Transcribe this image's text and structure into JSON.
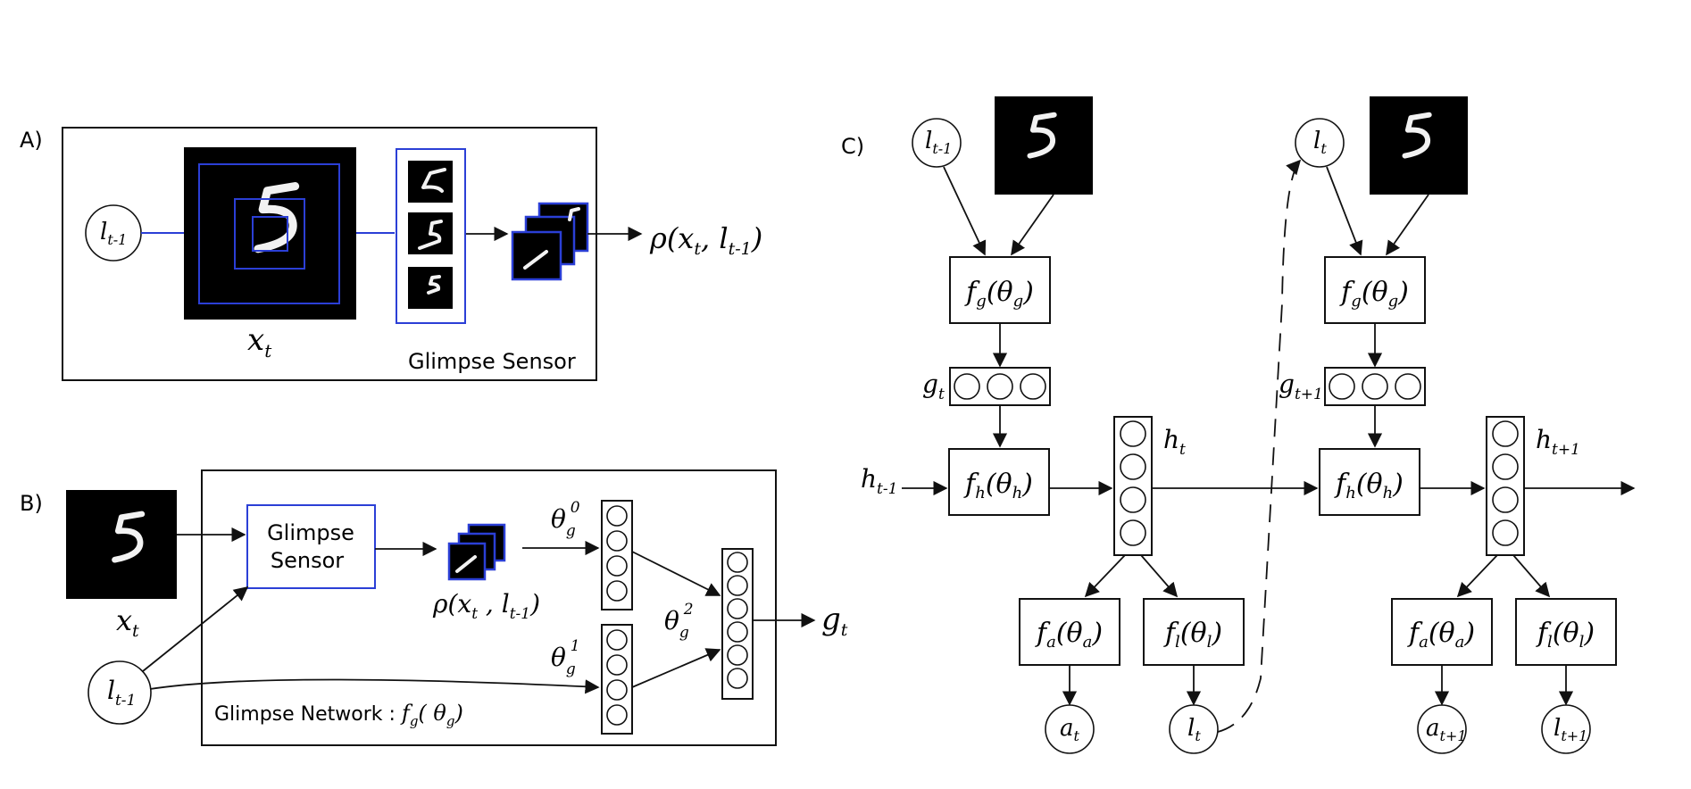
{
  "panels": {
    "a": {
      "label": "A)",
      "l_prev": {
        "base": "l",
        "sub": "t-1"
      },
      "x": {
        "base": "x",
        "sub": "t"
      },
      "rho": {
        "pre": "ρ(x",
        "sub1": "t",
        "mid": ", l",
        "sub2": "t-1",
        "post": ")"
      },
      "caption": "Glimpse Sensor"
    },
    "b": {
      "label": "B)",
      "x": {
        "base": "x",
        "sub": "t"
      },
      "l_prev": {
        "base": "l",
        "sub": "t-1"
      },
      "sensor_line1": "Glimpse",
      "sensor_line2": "Sensor",
      "rho": {
        "pre": "ρ(x",
        "sub1": "t",
        "mid": " , l",
        "sub2": "t-1",
        "post": ")"
      },
      "theta0": {
        "base": "θ",
        "sub": "g",
        "sup": "0"
      },
      "theta1": {
        "base": "θ",
        "sub": "g",
        "sup": "1"
      },
      "theta2": {
        "base": "θ",
        "sub": "g",
        "sup": "2"
      },
      "g": {
        "base": "g",
        "sub": "t"
      },
      "caption_prefix": "Glimpse Network : ",
      "caption_f": "f",
      "caption_f_sub": "g",
      "caption_paren": "( θ",
      "caption_theta_sub": "g",
      "caption_end": ")"
    },
    "c": {
      "label": "C)",
      "l_prev": {
        "base": "l",
        "sub": "t-1"
      },
      "l_t_top": {
        "base": "l",
        "sub": "t"
      },
      "fg1": {
        "f": "f",
        "fsub": "g",
        "arg": "(θ",
        "argsub": "g",
        "end": ")"
      },
      "fg2": {
        "f": "f",
        "fsub": "g",
        "arg": "(θ",
        "argsub": "g",
        "end": ")"
      },
      "g_t": {
        "base": "g",
        "sub": "t"
      },
      "g_t1": {
        "base": "g",
        "sub": "t+1"
      },
      "h_prev": {
        "base": "h",
        "sub": "t-1"
      },
      "fh1": {
        "f": "f",
        "fsub": "h",
        "arg": "(θ",
        "argsub": "h",
        "end": ")"
      },
      "fh2": {
        "f": "f",
        "fsub": "h",
        "arg": "(θ",
        "argsub": "h",
        "end": ")"
      },
      "h_t": {
        "base": "h",
        "sub": "t"
      },
      "h_t1": {
        "base": "h",
        "sub": "t+1"
      },
      "fa1": {
        "f": "f",
        "fsub": "a",
        "arg": "(θ",
        "argsub": "a",
        "end": ")"
      },
      "fl1": {
        "f": "f",
        "fsub": "l",
        "arg": "(θ",
        "argsub": "l",
        "end": ")"
      },
      "fa2": {
        "f": "f",
        "fsub": "a",
        "arg": "(θ",
        "argsub": "a",
        "end": ")"
      },
      "fl2": {
        "f": "f",
        "fsub": "l",
        "arg": "(θ",
        "argsub": "l",
        "end": ")"
      },
      "a_t": {
        "base": "a",
        "sub": "t"
      },
      "l_t": {
        "base": "l",
        "sub": "t"
      },
      "a_t1": {
        "base": "a",
        "sub": "t+1"
      },
      "l_t1": {
        "base": "l",
        "sub": "t+1"
      }
    }
  },
  "colors": {
    "sensor_blue": "#2b3fd6",
    "ink": "#111111",
    "image_bg": "#000000"
  }
}
